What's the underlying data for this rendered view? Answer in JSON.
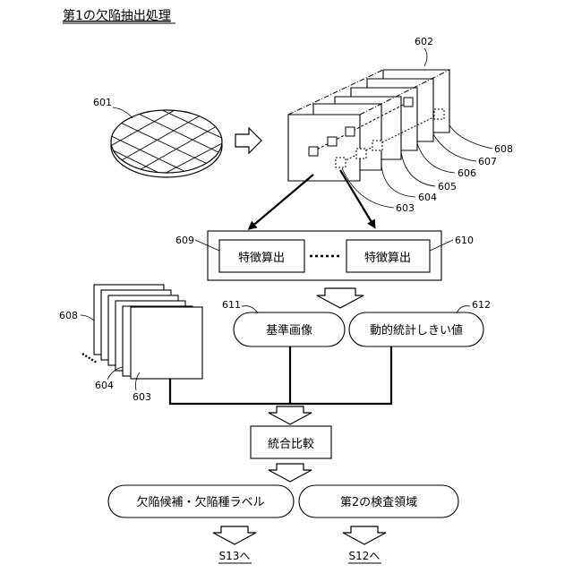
{
  "title": "第1の欠陥抽出処理",
  "ref": {
    "r601": "601",
    "r602": "602",
    "r603": "603",
    "r604": "604",
    "r605": "605",
    "r606": "606",
    "r607": "607",
    "r608": "608",
    "r609": "609",
    "r610": "610",
    "r611": "611",
    "r612": "612"
  },
  "boxes": {
    "feature_left": "特徴算出",
    "feature_right": "特徴算出",
    "reference_image": "基準画像",
    "dynamic_threshold": "動的統計しきい値",
    "integrated_comparison": "統合比較",
    "defect_candidate": "欠陥候補・欠陥種ラベル",
    "second_region": "第2の検査領域"
  },
  "outputs": {
    "to_s13": "S13へ",
    "to_s12": "S12へ"
  }
}
